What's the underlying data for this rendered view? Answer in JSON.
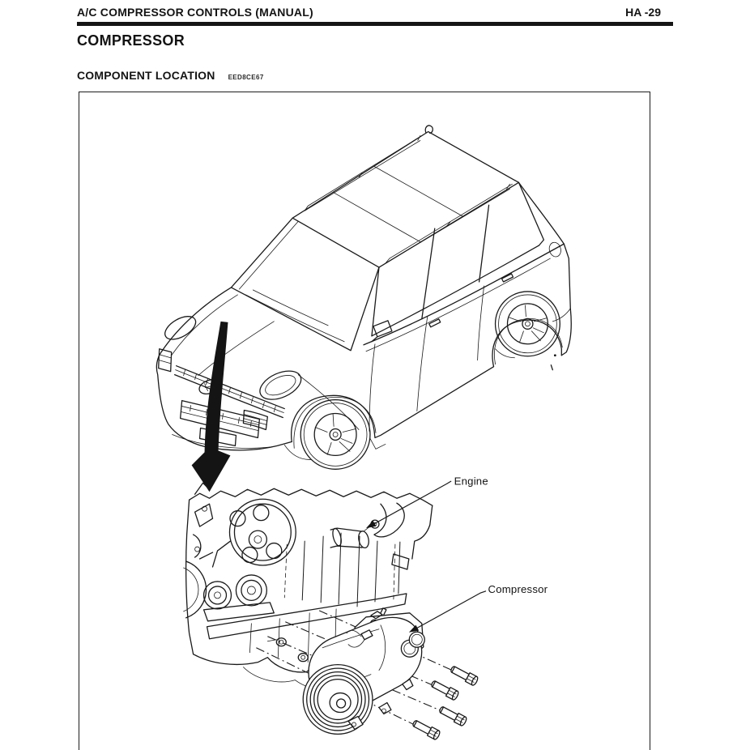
{
  "header": {
    "title": "A/C COMPRESSOR CONTROLS (MANUAL)",
    "page_code": "HA -29"
  },
  "section": {
    "title": "COMPRESSOR"
  },
  "subsection": {
    "title": "COMPONENT LOCATION",
    "ref_code": "EED8CE67"
  },
  "figure": {
    "labels": {
      "engine": "Engine",
      "compressor": "Compressor"
    }
  },
  "colors": {
    "ink": "#161616",
    "paper": "#ffffff"
  }
}
